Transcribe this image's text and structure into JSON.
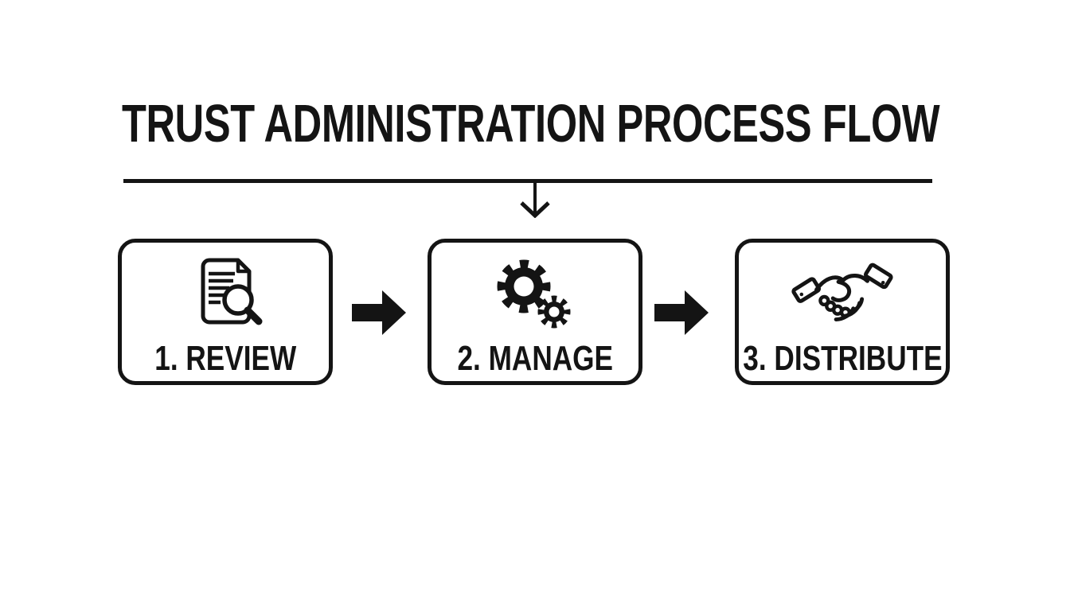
{
  "title": "TRUST ADMINISTRATION PROCESS FLOW",
  "colors": {
    "ink": "#141414",
    "background": "#ffffff"
  },
  "steps": [
    {
      "label": "1. REVIEW",
      "icon": "document-search-icon"
    },
    {
      "label": "2. MANAGE",
      "icon": "gears-icon"
    },
    {
      "label": "3. DISTRIBUTE",
      "icon": "handshake-icon"
    }
  ],
  "flow": {
    "down_arrow_icon": "down-arrow-icon",
    "step_connector_icons": [
      "right-arrow-icon",
      "right-arrow-icon"
    ]
  }
}
